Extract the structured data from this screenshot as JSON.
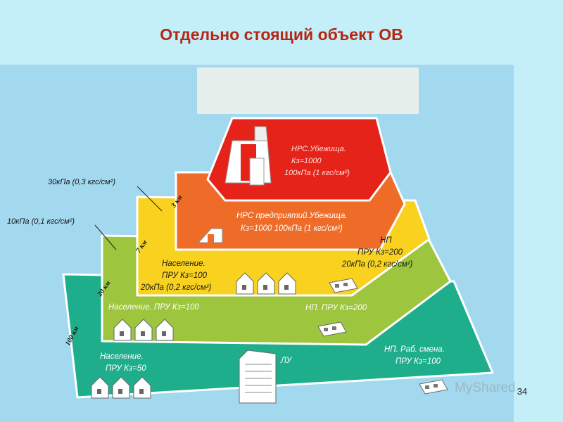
{
  "title": "Отдельно стоящий объект ОВ",
  "colors": {
    "background": "#c4eef8",
    "panel": "#a3d9ef",
    "title": "#b82512",
    "zone_red": "#e52319",
    "zone_orange": "#ef6c28",
    "zone_yellow": "#f9d21f",
    "zone_green": "#9dc53d",
    "zone_teal": "#1fae8c"
  },
  "pressure_labels": {
    "p30": "30кПа (0,3 кгс/см²)",
    "p10": "10кПа (0,1 кгс/см²)"
  },
  "distances": {
    "d3": "3 км",
    "d7": "7 км",
    "d20": "20 км",
    "d100": "100 км"
  },
  "zones": {
    "red": {
      "line1": "НРС.Убежища.",
      "line2": "Кз=1000",
      "line3": "100кПа (1 кгс/см²)"
    },
    "orange": {
      "line1": "НРС предприятий.Убежища.",
      "line2": "Кз=1000 100кПа (1 кгс/см²)"
    },
    "yellow": {
      "left1": "Население.",
      "left2": "ПРУ Кз=100",
      "left3": "20кПа (0,2 кгс/см²)",
      "right1": "НП",
      "right2": "ПРУ Кз=200",
      "right3": "20кПа (0,2 кгс/см²)"
    },
    "green": {
      "left": "Население. ПРУ Кз=100",
      "right": "НП. ПРУ Кз=200"
    },
    "teal": {
      "left1": "Население.",
      "left2": "ПРУ Кз=50",
      "center": "ЛУ",
      "right1": "НП. Раб. смена.",
      "right2": "ПРУ Кз=100"
    }
  },
  "watermark": "MyShared",
  "page_number": "34"
}
